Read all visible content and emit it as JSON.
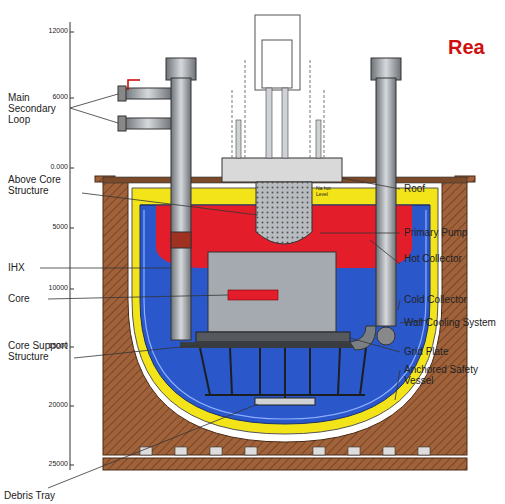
{
  "diagram": {
    "title": "Rea",
    "labels": [
      "12000",
      "6000",
      "0.000",
      "5000",
      "10000",
      "15000",
      "20000",
      "25000",
      "Main Secondary Loop",
      "Above Core Structure",
      "IHX",
      "Core",
      "Core Support Structure",
      "Debris Tray",
      "Roof",
      "Primary Pump",
      "Hot Collector",
      "Cold Collector",
      "Wall Cooling System",
      "Grid Plate",
      "Anchored Safety Vessel",
      "Na hot Level"
    ]
  }
}
